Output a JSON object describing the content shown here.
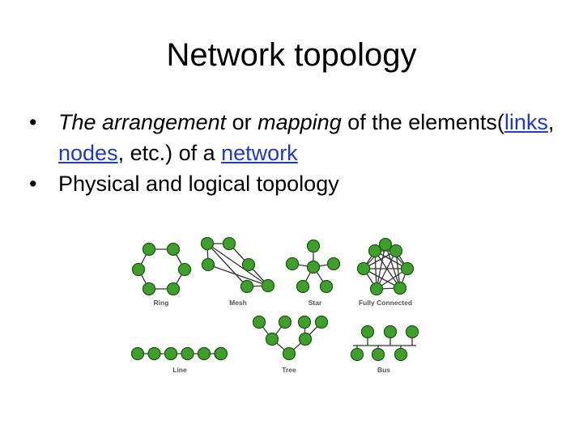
{
  "title": "Network topology",
  "bullet_glyph": "•",
  "bullets": [
    {
      "parts": [
        {
          "text": "The arrangement",
          "style": "italic"
        },
        {
          "text": " or ",
          "style": "normal"
        },
        {
          "text": "mapping",
          "style": "italic"
        },
        {
          "text": " of the elements(",
          "style": "normal"
        },
        {
          "text": "links",
          "style": "link"
        },
        {
          "text": ", ",
          "style": "normal"
        },
        {
          "text": "nodes",
          "style": "link"
        },
        {
          "text": ", etc.) of a ",
          "style": "normal"
        },
        {
          "text": "network",
          "style": "link"
        }
      ]
    },
    {
      "parts": [
        {
          "text": "Physical and logical topology",
          "style": "normal"
        }
      ]
    }
  ],
  "topologies": {
    "ring": "Ring",
    "mesh": "Mesh",
    "star": "Star",
    "fully_connected": "Fully Connected",
    "line": "Line",
    "tree": "Tree",
    "bus": "Bus"
  },
  "colors": {
    "link_text": "#1f39c8",
    "node_fill": "#3f9e2c",
    "node_stroke": "#1e5a16",
    "edge": "#333333",
    "label": "#555555"
  }
}
